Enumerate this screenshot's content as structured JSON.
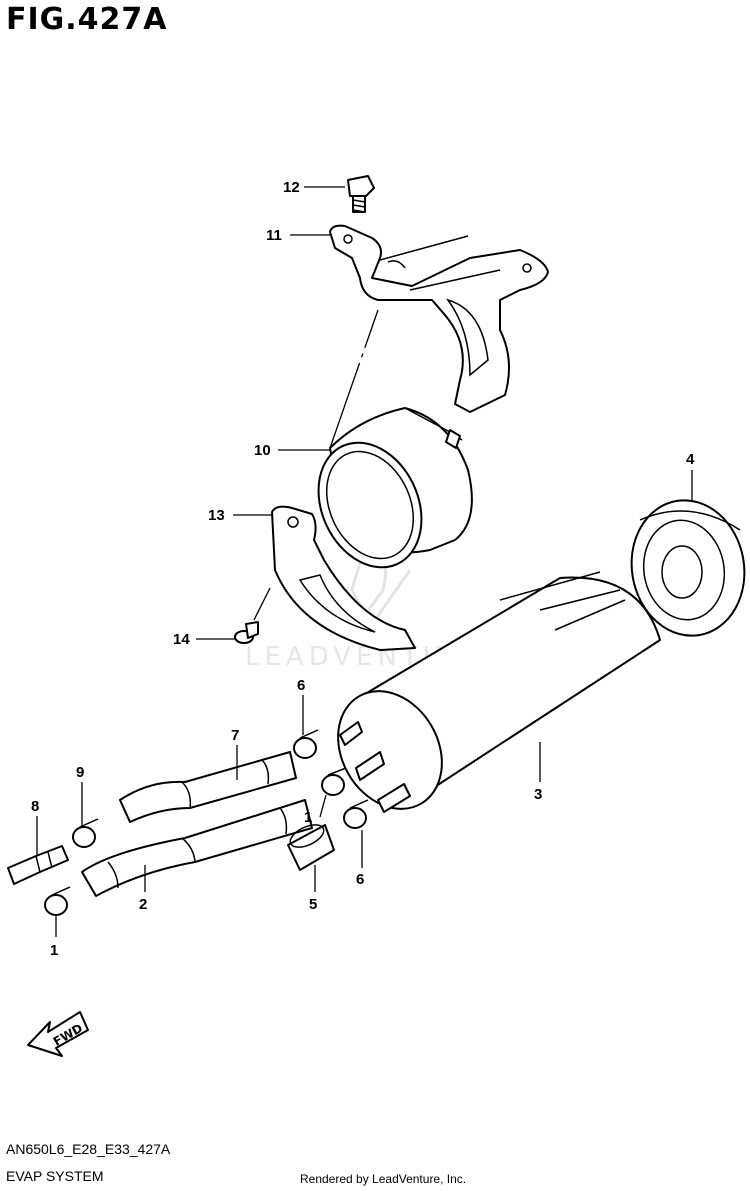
{
  "header": {
    "figure_title": "FIG.427A"
  },
  "footer": {
    "diagram_code": "AN650L6_E28_E33_427A",
    "system_name": "EVAP SYSTEM",
    "rendered_by": "Rendered by LeadVenture, Inc."
  },
  "watermark": {
    "text": "LEADVENTURE"
  },
  "direction_arrow": {
    "label": "FWD"
  },
  "callouts": {
    "c1a": "1",
    "c1b": "1",
    "c2": "2",
    "c3": "3",
    "c4": "4",
    "c5": "5",
    "c6a": "6",
    "c6b": "6",
    "c7": "7",
    "c8": "8",
    "c9": "9",
    "c10": "10",
    "c11": "11",
    "c12": "12",
    "c13": "13",
    "c14": "14"
  }
}
